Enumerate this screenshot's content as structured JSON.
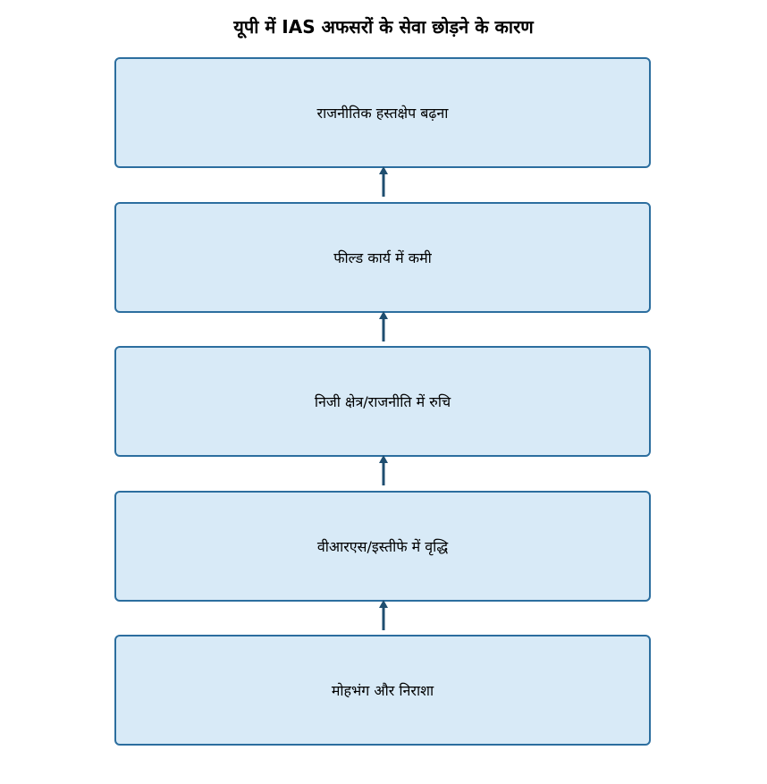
{
  "title": "यूपी में IAS अफसरों के सेवा छोड़ने के कारण",
  "colors": {
    "box_fill": "#d8eaf7",
    "box_border": "#2c6e9f",
    "arrow": "#1f4e70"
  },
  "nodes": [
    {
      "label": "राजनीतिक हस्तक्षेप बढ़ना"
    },
    {
      "label": "फील्ड कार्य में कमी"
    },
    {
      "label": "निजी क्षेत्र/राजनीति में रुचि"
    },
    {
      "label": "वीआरएस/इस्तीफे में वृद्धि"
    },
    {
      "label": "मोहभंग और निराशा"
    }
  ],
  "edges": [
    {
      "from": 4,
      "to": 3
    },
    {
      "from": 3,
      "to": 2
    },
    {
      "from": 2,
      "to": 1
    },
    {
      "from": 1,
      "to": 0
    }
  ]
}
